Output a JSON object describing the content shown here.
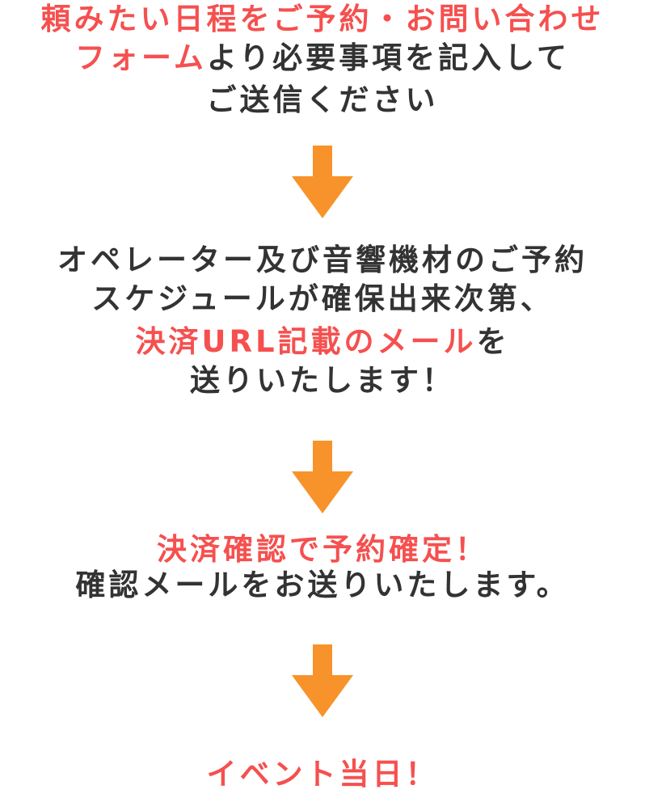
{
  "colors": {
    "accent": "#f5504f",
    "text": "#333333",
    "arrow": "#f7932a"
  },
  "step1": {
    "line1_red": "頼みたい日程をご予約・お問い合わせ",
    "line2_red": "フォーム",
    "line2_dark": "より必要事項を記入して",
    "line3": "ご送信ください"
  },
  "step2": {
    "line1": "オペレーター及び音響機材のご予約",
    "line2": "スケジュールが確保出来次第、",
    "line3_red": "決済URL記載のメール",
    "line3_dark": "を",
    "line4": "送りいたします！"
  },
  "step3": {
    "line1_red": "決済確認で予約確定！",
    "line2": "確認メールをお送りいたします。"
  },
  "step4": {
    "line1_red": "イベント当日！"
  },
  "icons": [
    "arrow-down-icon",
    "arrow-down-icon",
    "arrow-down-icon"
  ]
}
